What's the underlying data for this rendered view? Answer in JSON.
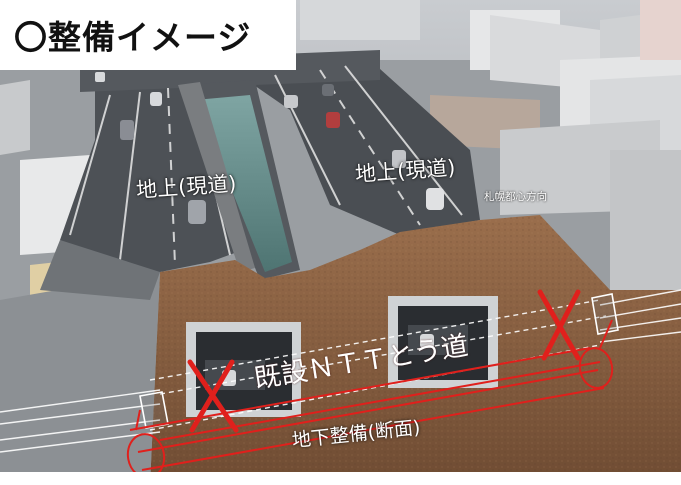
{
  "title": "〇整備イメージ",
  "labels": {
    "road_left": "地上(現道)",
    "road_right": "地上(現道)",
    "direction": "札幌都心方向",
    "existing_tunnel": "既設ＮＴＴとう道",
    "underground": "地下整備(断面)"
  },
  "colors": {
    "accent_red": "#e0201c",
    "soil": "#8a6244"
  }
}
